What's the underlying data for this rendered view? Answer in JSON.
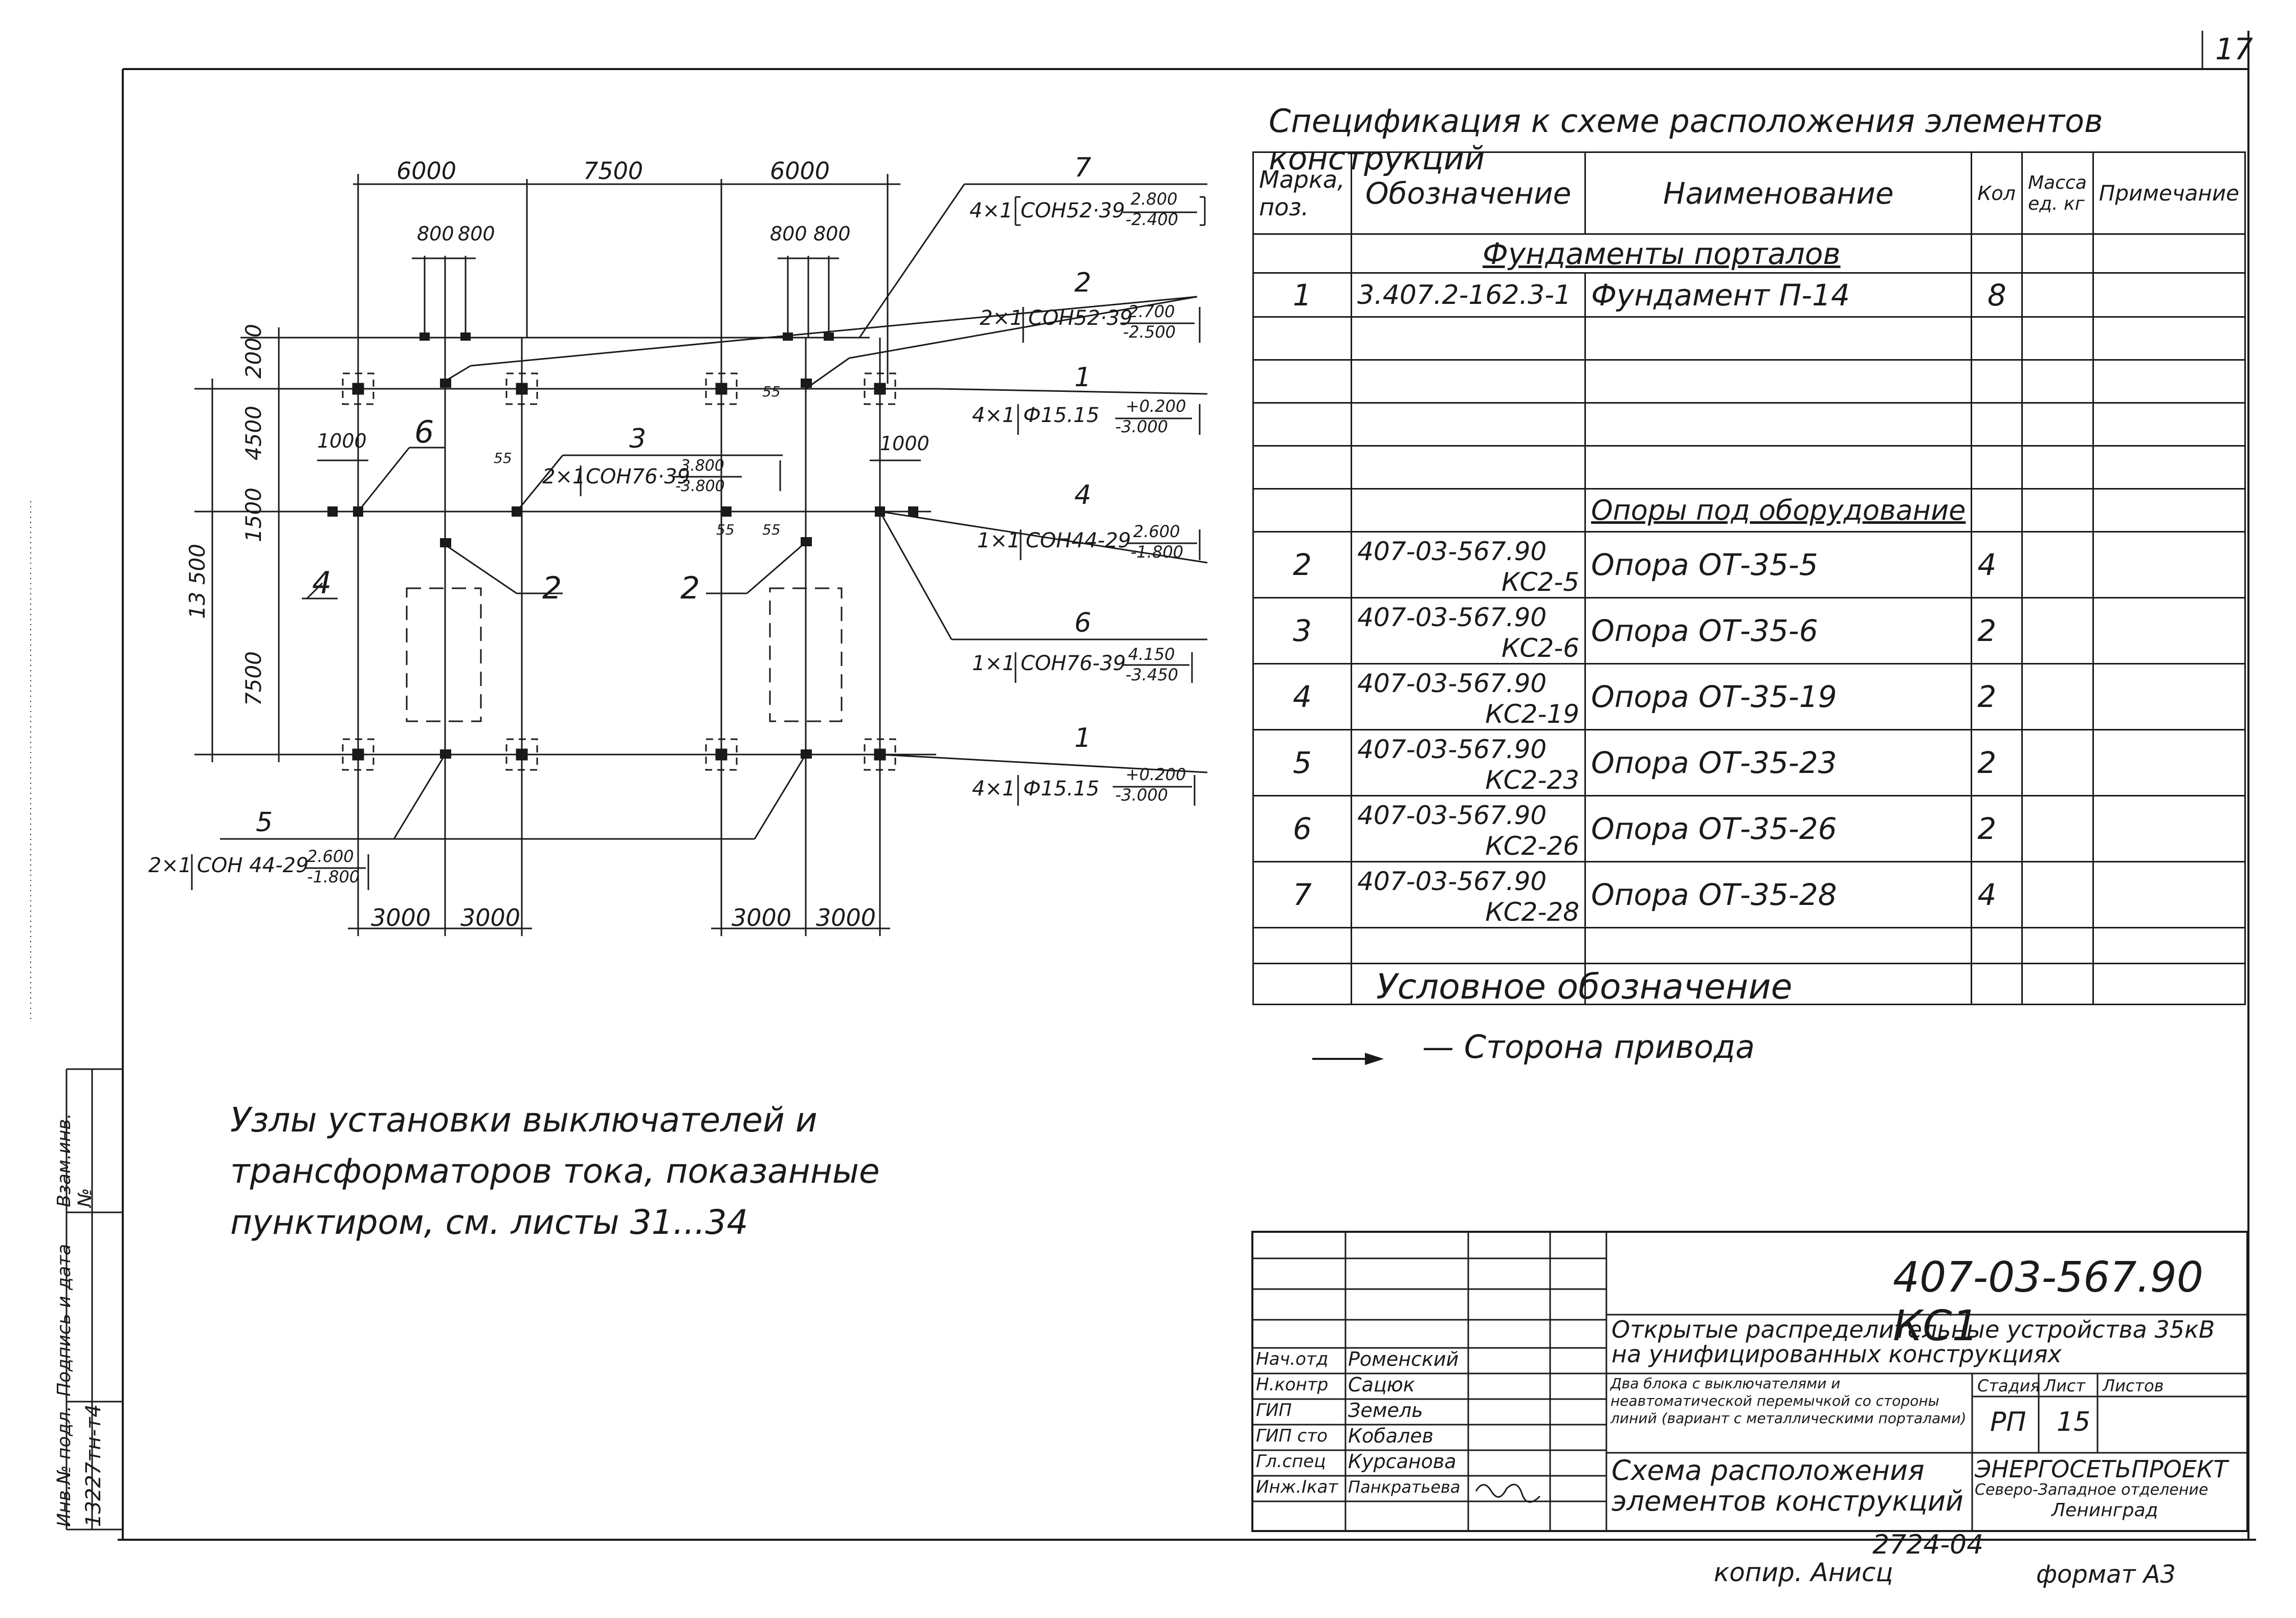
{
  "sheet_number": "17",
  "drawing": {
    "dims_top": [
      "6000",
      "7500",
      "6000"
    ],
    "dims_800": [
      "800",
      "800",
      "800",
      "800"
    ],
    "dims_left": [
      "2000",
      "4500",
      "1500",
      "7500"
    ],
    "dim_total": "13 500",
    "dims_small": [
      "1000",
      "1000"
    ],
    "dims_tiny": [
      "55",
      "55",
      "55",
      "55"
    ],
    "dims_bottom": [
      "3000",
      "3000",
      "3000",
      "3000"
    ],
    "section_mark": "4",
    "labels": [
      {
        "num": "7",
        "qty": "4×1",
        "name": "СОН52·39",
        "top": "2.800",
        "bot": "-2.400"
      },
      {
        "num": "2",
        "qty": "2×1",
        "name": "СОН52·39",
        "top": "2.700",
        "bot": "-2.500"
      },
      {
        "num": "1",
        "qty": "4×1",
        "name": "Ф15.15",
        "top": "+0.200",
        "bot": "-3.000"
      },
      {
        "num": "3",
        "qty": "2×1",
        "name": "СОН76·39",
        "top": "3.800",
        "bot": "-3.800"
      },
      {
        "num": "4",
        "qty": "1×1",
        "name": "СОН44-29",
        "top": "2.600",
        "bot": "-1.800"
      },
      {
        "num": "6",
        "qty": "1×1",
        "name": "СОН76-39",
        "top": "4.150",
        "bot": "-3.450"
      },
      {
        "num": "1",
        "qty": "4×1",
        "name": "Ф15.15",
        "top": "+0.200",
        "bot": "-3.000"
      },
      {
        "num": "5",
        "qty": "2×1",
        "name": "СОН 44-29",
        "top": "2.600",
        "bot": "-1.800"
      }
    ],
    "plain_marks": [
      "6",
      "2",
      "2"
    ]
  },
  "spec": {
    "title": "Спецификация к схеме расположения элементов конструкций",
    "headers": [
      "Марка, поз.",
      "Обозначение",
      "Наименование",
      "Кол",
      "Масса ед. кг",
      "Примечание"
    ],
    "section1": "Фундаменты порталов",
    "row1": [
      "1",
      "3.407.2-162.3-1",
      "Фундамент П-14",
      "8",
      "",
      ""
    ],
    "section2": "Опоры под оборудование",
    "rows": [
      [
        "2",
        "407-03-567.90",
        "КС2-5",
        "Опора ОТ-35-5",
        "4"
      ],
      [
        "3",
        "407-03-567.90",
        "КС2-6",
        "Опора ОТ-35-6",
        "2"
      ],
      [
        "4",
        "407-03-567.90",
        "КС2-19",
        "Опора ОТ-35-19",
        "2"
      ],
      [
        "5",
        "407-03-567.90",
        "КС2-23",
        "Опора ОТ-35-23",
        "2"
      ],
      [
        "6",
        "407-03-567.90",
        "КС2-26",
        "Опора ОТ-35-26",
        "2"
      ],
      [
        "7",
        "407-03-567.90",
        "КС2-28",
        "Опора ОТ-35-28",
        "4"
      ]
    ]
  },
  "legend": {
    "title": "Условное обозначение",
    "item": "— Сторона привода"
  },
  "note": {
    "line1": "Узлы установки выключателей и",
    "line2": "трансформаторов тока, показанные",
    "line3": "пунктиром, см. листы 31...34"
  },
  "stamp": {
    "code": "407-03-567.90 КС1",
    "project": "Открытые распределительные устройства 35кВ на унифицированных конструкциях",
    "block": "Два блока с выключателями и неавтоматической перемычкой со стороны линий (вариант с металлическими порталами)",
    "sheet_title": "Схема расположения элементов конструкций",
    "stage_label": "Стадия",
    "sheet_label": "Лист",
    "sheets_label": "Листов",
    "stage": "РП",
    "sheet": "15",
    "org1": "ЭНЕРГОСЕТЬПРОЕКТ",
    "org2": "Северо-Западное отделение",
    "org3": "Ленинград",
    "roles": [
      "Нач.отд",
      "Н.контр",
      "ГИП",
      "ГИП сто",
      "Гл.спец",
      "Инж.Ікат"
    ],
    "names": [
      "Роменский",
      "Сацюк",
      "Земель",
      "Кобалев",
      "Курсанова",
      "Панкратьева"
    ]
  },
  "side_stamp": {
    "col1": "Взам.инв.№",
    "col2": "Подпись и дата",
    "col3": "Инв.№ подл.",
    "value": "13227тн-т4"
  },
  "footer": {
    "number": "2724-04",
    "copied": "копир. Анисц",
    "format": "формат А3"
  }
}
